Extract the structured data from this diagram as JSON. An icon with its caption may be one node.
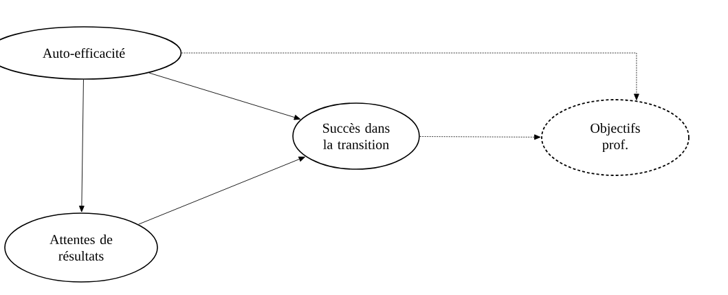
{
  "diagram": {
    "nodes": [
      {
        "text": [
          "Auto-efficacité"
        ]
      },
      {
        "text": [
          "Succès dans la transition"
        ]
      },
      {
        "text": [
          "Objectifs prof."
        ]
      },
      {
        "text": [
          "Attentes de résultats"
        ]
      }
    ],
    "edges": [
      {
        "from": 0,
        "to": 1,
        "arrow": "to"
      },
      {
        "from": 0,
        "to": 2,
        "arrow": "to",
        "style": "dashed"
      },
      {
        "from": 0,
        "to": 3,
        "arrow": "to"
      },
      {
        "from": 3,
        "to": 1,
        "arrow": "to"
      },
      {
        "from": 1,
        "to": 2,
        "arrow": "to",
        "style": "dashed"
      }
    ]
  }
}
